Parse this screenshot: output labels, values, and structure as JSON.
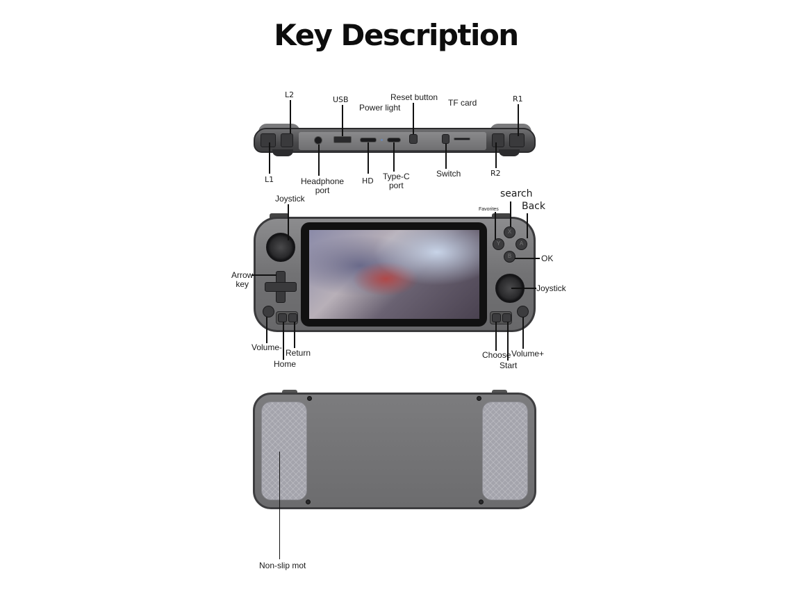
{
  "title": "Key Description",
  "views": {
    "top": {
      "labels": {
        "l2": "L2",
        "usb": "USB",
        "power_light": "Power light",
        "reset_button": "Reset button",
        "tf_card": "TF card",
        "r1": "R1",
        "l1": "L1",
        "headphone_port_line1": "Headphone",
        "headphone_port_line2": "port",
        "hd": "HD",
        "type_c_line1": "Type-C",
        "type_c_line2": "port",
        "switch": "Switch",
        "r2": "R2"
      }
    },
    "front": {
      "labels": {
        "joystick_left": "Joystick",
        "arrow_key_line1": "Arrow",
        "arrow_key_line2": "key",
        "volume_minus": "Volume-",
        "return": "Return",
        "home": "Home",
        "favorites": "Favorites",
        "search": "search",
        "back": "Back",
        "ok": "OK",
        "joystick_right": "Joystick",
        "choose": "Choose",
        "volume_plus": "Volume+",
        "start": "Start"
      },
      "face_buttons": {
        "x": "X",
        "y": "Y",
        "a": "A",
        "b": "B"
      }
    },
    "back": {
      "labels": {
        "non_slip_mat": "Non-slip mot"
      }
    }
  },
  "colors": {
    "device_body": "#727274",
    "device_edge": "#3a3a3c",
    "button": "#3c3c3e",
    "mat": "#a4a4ac",
    "text": "#1a1a1a"
  }
}
